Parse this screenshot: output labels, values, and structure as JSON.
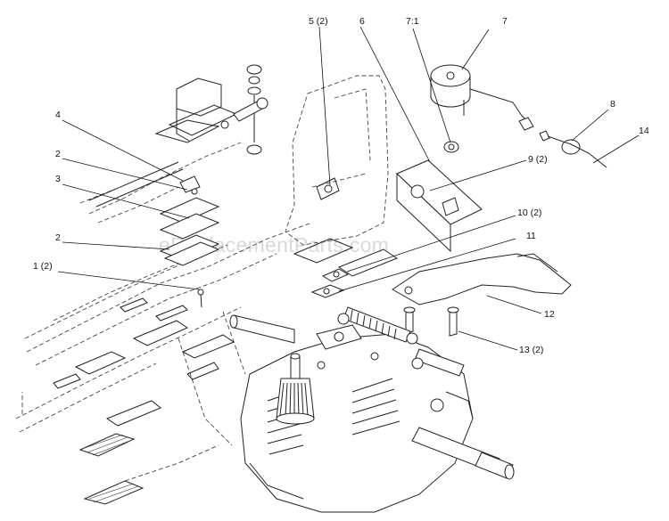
{
  "watermark": "eReplacementParts.com",
  "callouts": [
    {
      "id": "c-1",
      "label": "1 (2)"
    },
    {
      "id": "c-2a",
      "label": "2"
    },
    {
      "id": "c-2b",
      "label": "2"
    },
    {
      "id": "c-3",
      "label": "3"
    },
    {
      "id": "c-4",
      "label": "4"
    },
    {
      "id": "c-5",
      "label": "5 (2)"
    },
    {
      "id": "c-6",
      "label": "6"
    },
    {
      "id": "c-71",
      "label": "7:1"
    },
    {
      "id": "c-7",
      "label": "7"
    },
    {
      "id": "c-8",
      "label": "8"
    },
    {
      "id": "c-9",
      "label": "9 (2)"
    },
    {
      "id": "c-10",
      "label": "10 (2)"
    },
    {
      "id": "c-11",
      "label": "11"
    },
    {
      "id": "c-12",
      "label": "12"
    },
    {
      "id": "c-13",
      "label": "13 (2)"
    },
    {
      "id": "c-14",
      "label": "14"
    }
  ]
}
